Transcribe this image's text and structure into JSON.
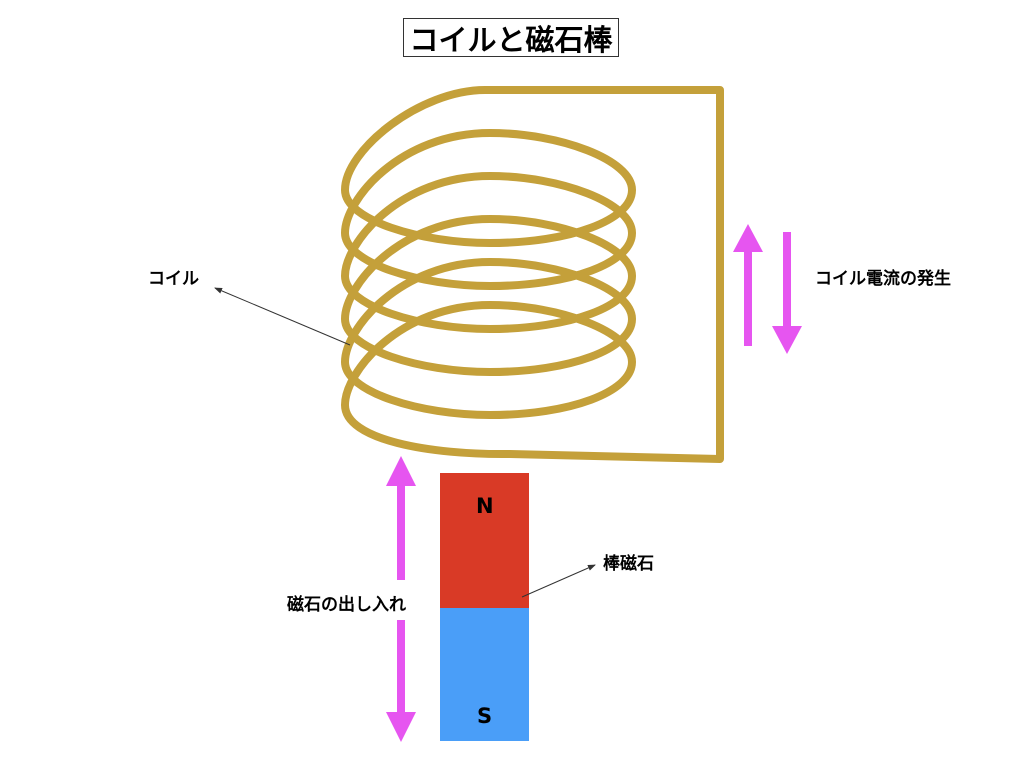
{
  "title": "コイルと磁石棒",
  "labels": {
    "coil": "コイル",
    "coil_current": "コイル電流の発生",
    "bar_magnet": "棒磁石",
    "magnet_in_out": "磁石の出し入れ"
  },
  "magnet": {
    "north": "N",
    "south": "S"
  },
  "colors": {
    "coil": "#C4A03A",
    "arrow": "#E655F0",
    "north": "#D93A26",
    "south": "#4A9EF8"
  }
}
